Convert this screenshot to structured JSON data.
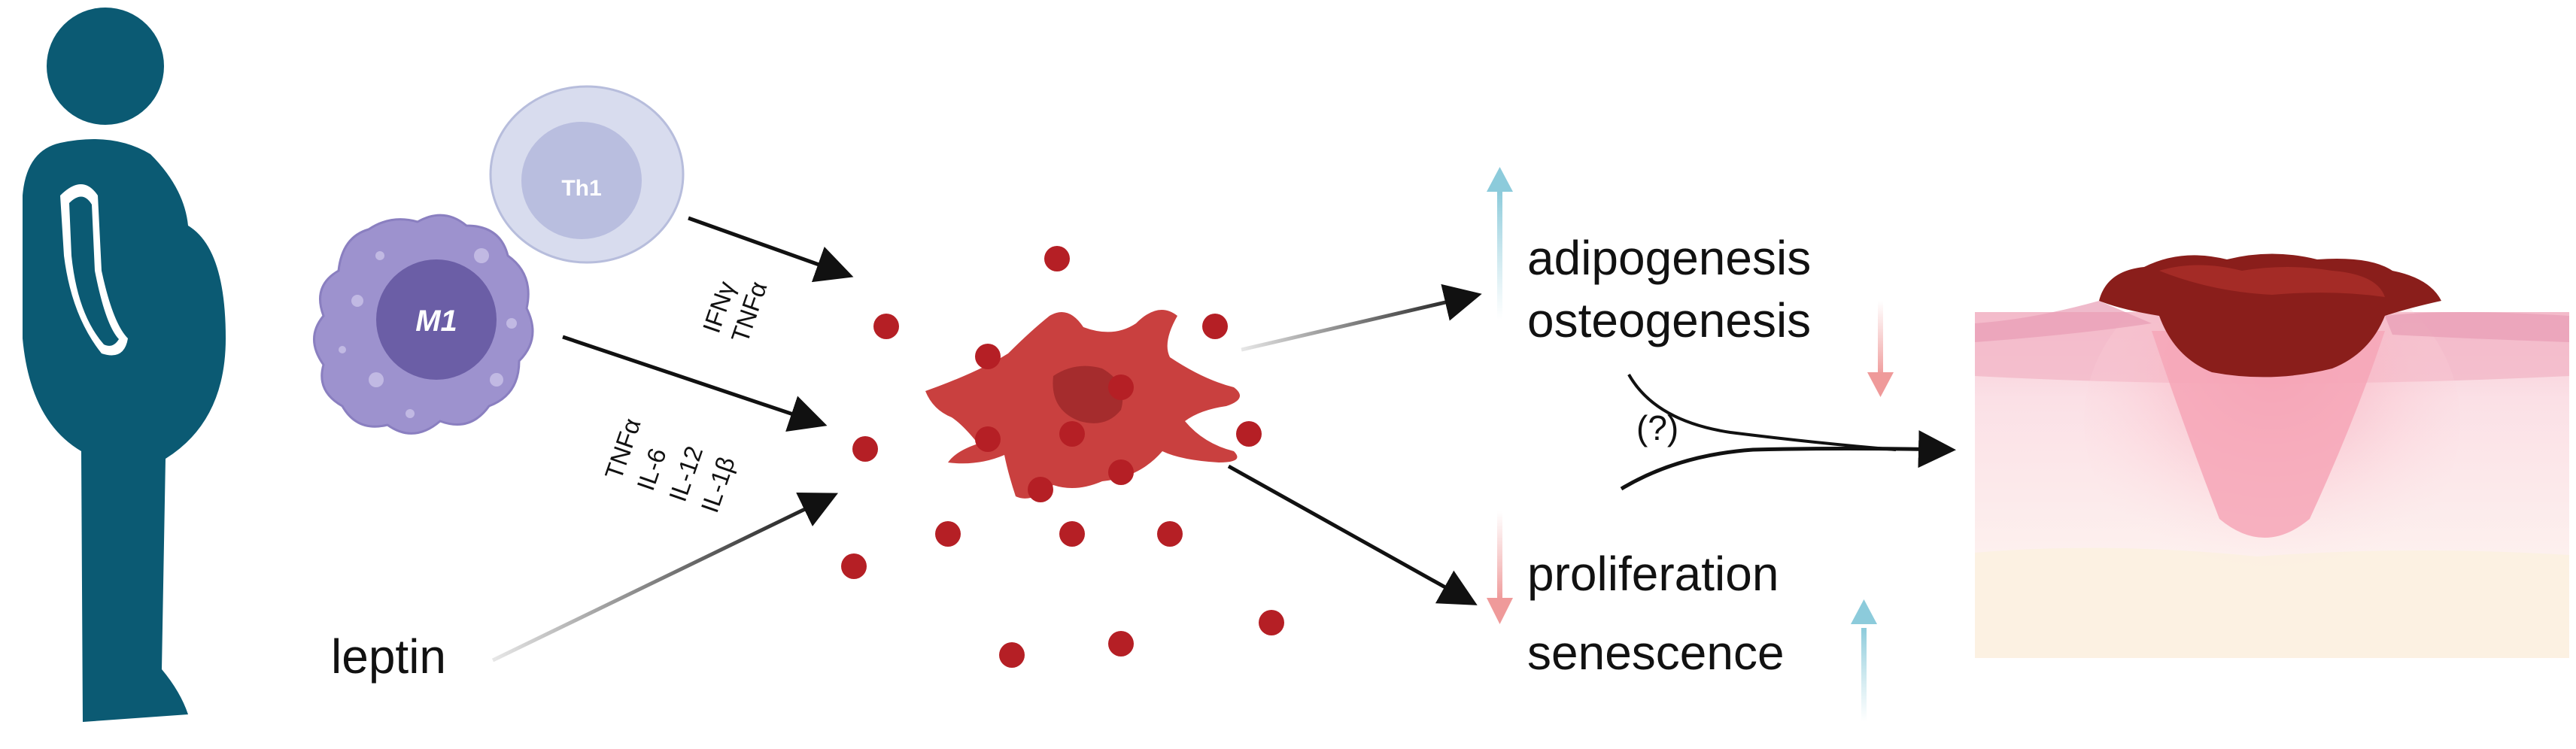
{
  "diagram": {
    "cells": {
      "th1_label": "Th1",
      "m1_label": "M1"
    },
    "cytokines": {
      "th1": [
        "IFNγ",
        "TNFα"
      ],
      "m1": [
        "TNFα",
        "IL-6",
        "IL-12",
        "IL-1β"
      ]
    },
    "leptin_label": "leptin",
    "outcomes": {
      "upper": [
        "adipogenesis",
        "osteogenesis"
      ],
      "lower": [
        "proliferation",
        "senescence"
      ]
    },
    "uncertain_label": "(?)",
    "colors": {
      "person": "#0b5a73",
      "th1_outer": "#d8dcee",
      "th1_inner": "#b9bedf",
      "m1_body": "#9d92ce",
      "m1_nucleus": "#6b5ea6",
      "stem_cell": "#c9403f",
      "secretome_dot": "#b51f25",
      "arrow_up": "#a8d8e3",
      "arrow_down": "#f1a7a7",
      "wound_scab": "#8a1e1b",
      "wound_pink": "#f4b4c0"
    },
    "icons": [
      "pregnant-person-icon",
      "th1-cell-icon",
      "m1-macrophage-icon",
      "mesenchymal-stem-cell-icon",
      "chronic-wound-icon"
    ]
  }
}
